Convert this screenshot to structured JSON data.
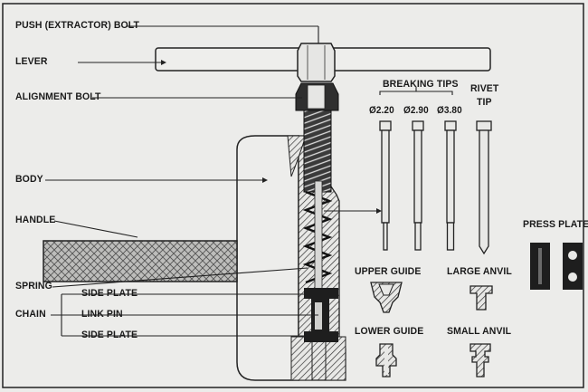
{
  "labels": {
    "push_bolt": "PUSH (EXTRACTOR) BOLT",
    "lever": "LEVER",
    "alignment_bolt": "ALIGNMENT BOLT",
    "body": "BODY",
    "handle": "HANDLE",
    "spring": "SPRING",
    "chain": "CHAIN",
    "side_plate_upper": "SIDE PLATE",
    "link_pin": "LINK PIN",
    "side_plate_lower": "SIDE PLATE",
    "breaking_tips": "BREAKING TIPS",
    "tip_220": "Ø2.20",
    "tip_290": "Ø2.90",
    "tip_380": "Ø3.80",
    "rivet_tip_line1": "RIVET",
    "rivet_tip_line2": "TIP",
    "press_plates": "PRESS PLATES",
    "upper_guide": "UPPER GUIDE",
    "large_anvil": "LARGE ANVIL",
    "lower_guide": "LOWER GUIDE",
    "small_anvil": "SMALL ANVIL"
  }
}
